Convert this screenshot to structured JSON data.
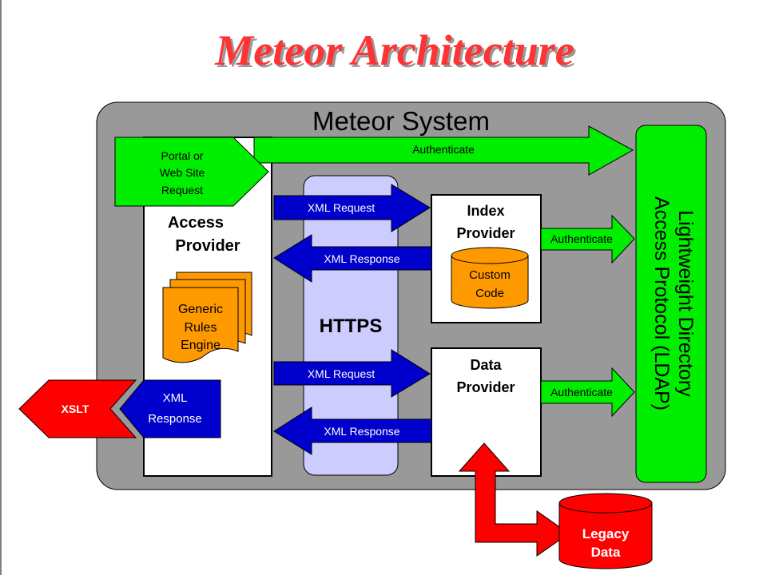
{
  "title": "Meteor Architecture",
  "system_label": "Meteor System",
  "portal": {
    "line1": "Portal or",
    "line2": "Web Site",
    "line3": "Request"
  },
  "access_provider": {
    "line1": "Access",
    "line2": "Provider"
  },
  "rules_engine": {
    "line1": "Generic",
    "line2": "Rules",
    "line3": "Engine"
  },
  "xml_response_doc": {
    "line1": "XML",
    "line2": "Response"
  },
  "xslt": "XSLT",
  "https": "HTTPS",
  "index_provider": {
    "line1": "Index",
    "line2": "Provider"
  },
  "custom_code": {
    "line1": "Custom",
    "line2": "Code"
  },
  "data_provider": {
    "line1": "Data",
    "line2": "Provider"
  },
  "legacy_data": {
    "line1": "Legacy",
    "line2": "Data"
  },
  "ldap": {
    "line1": "Lightweight Directory",
    "line2": "Access Protocol (LDAP)"
  },
  "arrows": {
    "authenticate_top": "Authenticate",
    "authenticate_index": "Authenticate",
    "authenticate_data": "Authenticate",
    "xml_request_1": "XML Request",
    "xml_response_1": "XML Response",
    "xml_request_2": "XML Request",
    "xml_response_2": "XML Response"
  },
  "colors": {
    "system_bg": "#999999",
    "green": "#00ee00",
    "blue": "#0000cc",
    "orange": "#ff9900",
    "red": "#ff0000",
    "https_bg": "#ccccff",
    "title": "#ff3333"
  }
}
